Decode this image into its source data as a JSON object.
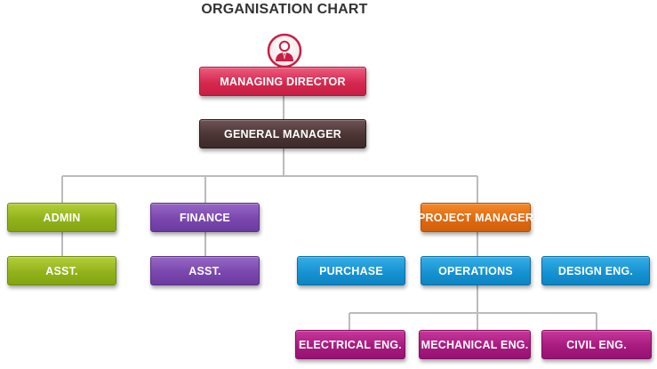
{
  "title": "ORGANISATION CHART",
  "colors": {
    "managing_director": "#d6284f",
    "general_manager": "#4b3434",
    "admin": "#92b21a",
    "finance": "#7a47ae",
    "project_manager": "#e06a10",
    "department": "#1693d2",
    "engineering": "#a81a7f",
    "connector": "#bbbbbb"
  },
  "icon": "person-icon",
  "nodes": {
    "managing_director": "MANAGING DIRECTOR",
    "general_manager": "GENERAL MANAGER",
    "admin": "ADMIN",
    "admin_asst": "ASST.",
    "finance": "FINANCE",
    "finance_asst": "ASST.",
    "project_manager": "PROJECT MANAGER",
    "purchase": "PURCHASE",
    "operations": "OPERATIONS",
    "design_eng": "DESIGN ENG.",
    "electrical_eng": "ELECTRICAL ENG.",
    "mechanical_eng": "MECHANICAL ENG.",
    "civil_eng": "CIVIL ENG."
  }
}
